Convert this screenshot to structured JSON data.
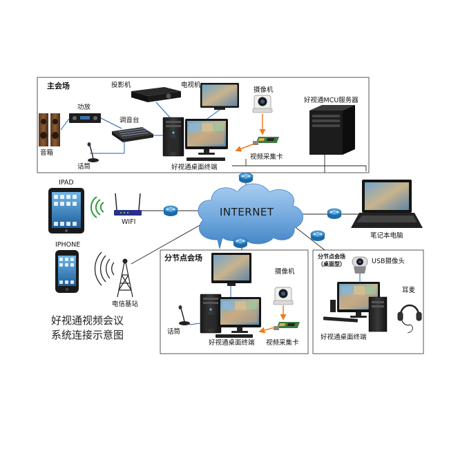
{
  "diagram": {
    "title_line1": "好视通视频会议",
    "title_line2": "系统连接示意图",
    "internet": "INTERNET",
    "main_venue": {
      "title": "主会场",
      "projector": "投影机",
      "tv": "电视机",
      "camera": "摄像机",
      "mcu_server": "好视通MCU服务器",
      "amplifier": "功放",
      "mixer": "调音台",
      "speakers": "音箱",
      "microphone": "话筒",
      "capture_card": "视频采集卡",
      "terminal": "好视通桌面终端"
    },
    "devices": {
      "ipad": "IPAD",
      "wifi": "WIFI",
      "iphone": "IPHONE",
      "base_station": "电信基站",
      "laptop": "笔记本电脑"
    },
    "branch_venue": {
      "title": "分节点会场",
      "camera": "摄像机",
      "microphone": "话筒",
      "terminal": "好视通桌面终端",
      "capture_card": "视频采集卡"
    },
    "desktop_branch": {
      "title_line1": "分节点会场",
      "title_line2": "（桌面型）",
      "usb_camera": "USB摄像头",
      "headset": "耳麦",
      "terminal": "好视通桌面终端"
    },
    "colors": {
      "frame": "#555555",
      "link": "#222222",
      "router": "#2a8fd0",
      "cloud": "#5f9fd6",
      "arrow": "#f07a1a",
      "wifi_wave": "#2e9a3a"
    }
  }
}
